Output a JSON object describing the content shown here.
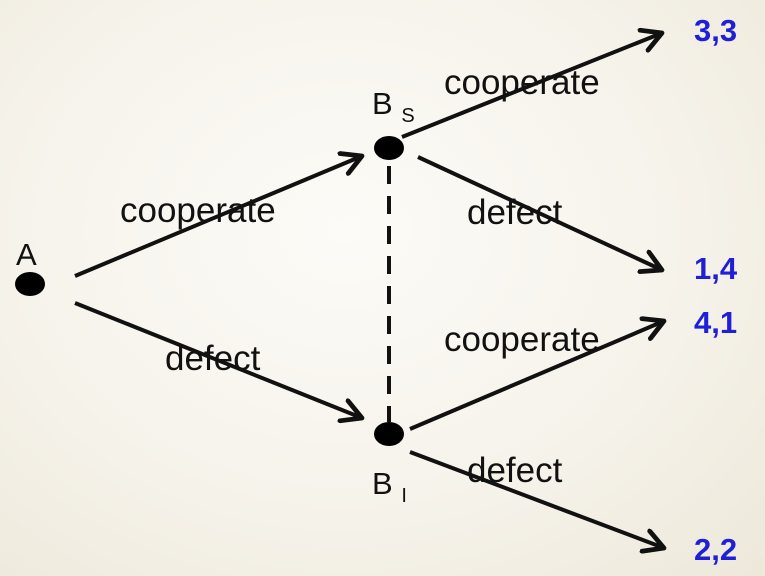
{
  "nodes": {
    "a": {
      "label": "A"
    },
    "bs": {
      "label": "B",
      "sub": "S"
    },
    "bi": {
      "label": "B",
      "sub": "I"
    }
  },
  "edges": {
    "a_coop": "cooperate",
    "a_defect": "defect",
    "bs_coop": "cooperate",
    "bs_defect": "defect",
    "bi_coop": "cooperate",
    "bi_defect": "defect"
  },
  "payoffs": {
    "cc": "3,3",
    "cd": "1,4",
    "dc": "4,1",
    "dd": "2,2"
  },
  "colors": {
    "payoff": "#1f1fd6",
    "line": "#111111"
  }
}
